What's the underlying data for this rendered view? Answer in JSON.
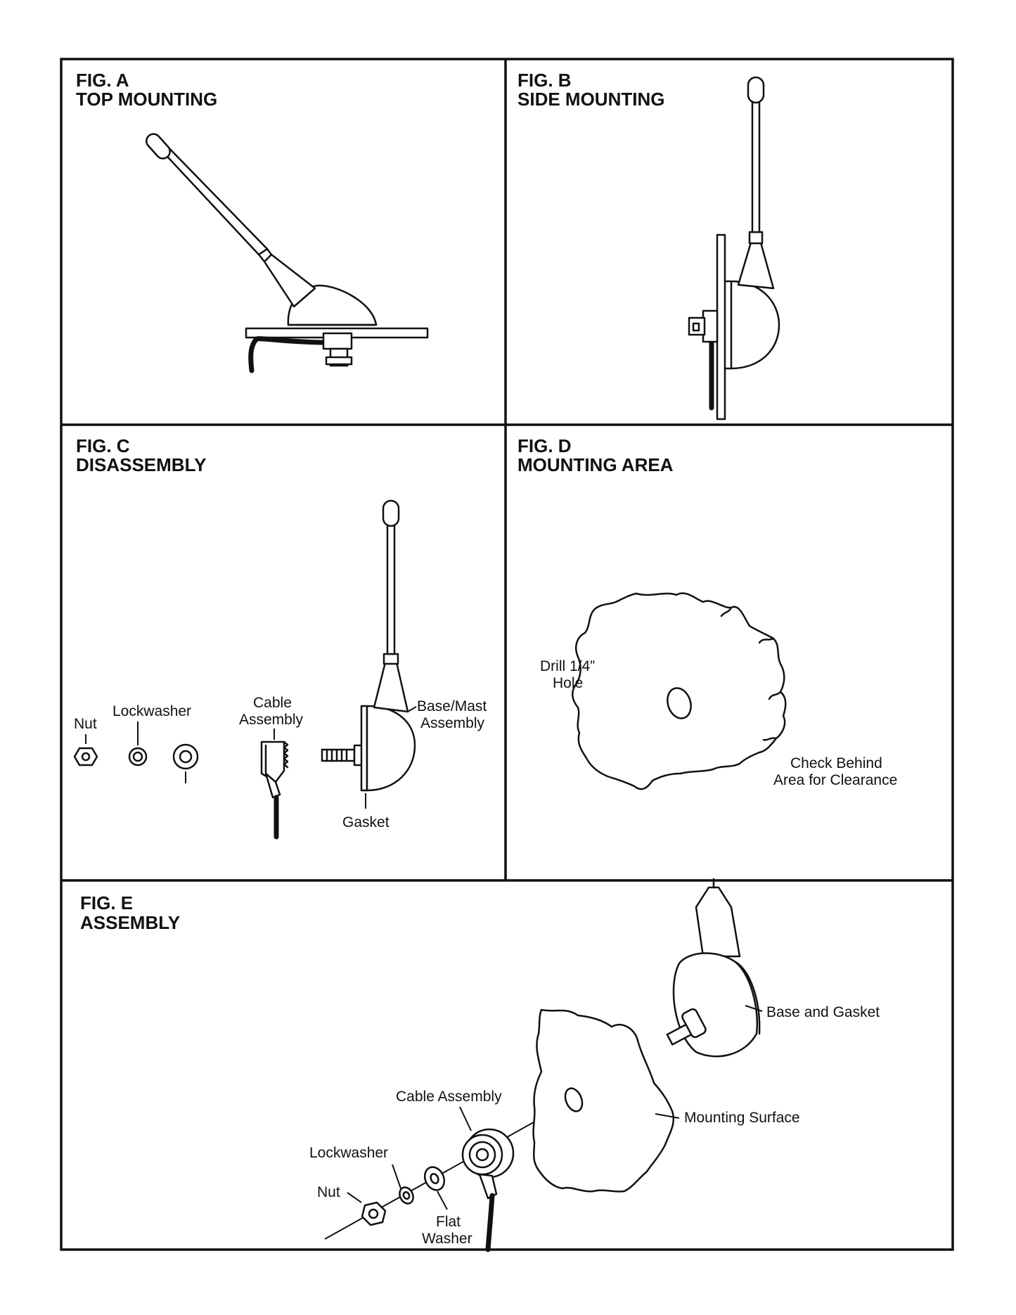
{
  "figures": {
    "a": {
      "id": "FIG. A",
      "title": "TOP MOUNTING"
    },
    "b": {
      "id": "FIG. B",
      "title": "SIDE MOUNTING"
    },
    "c": {
      "id": "FIG. C",
      "title": "DISASSEMBLY",
      "labels": {
        "nut": "Nut",
        "lockwasher": "Lockwasher",
        "cable_1": "Cable",
        "cable_2": "Assembly",
        "base_1": "Base/Mast",
        "base_2": "Assembly",
        "gasket": "Gasket"
      }
    },
    "d": {
      "id": "FIG. D",
      "title": "MOUNTING AREA",
      "labels": {
        "drill_1": "Drill 1/4”",
        "drill_2": "Hole",
        "check_1": "Check Behind",
        "check_2": "Area for Clearance"
      }
    },
    "e": {
      "id": "FIG. E",
      "title": "ASSEMBLY",
      "labels": {
        "base_gasket": "Base and Gasket",
        "cable_assembly": "Cable Assembly",
        "mounting_surface": "Mounting Surface",
        "lockwasher": "Lockwasher",
        "nut": "Nut",
        "flat_1": "Flat",
        "flat_2": "Washer"
      }
    }
  }
}
